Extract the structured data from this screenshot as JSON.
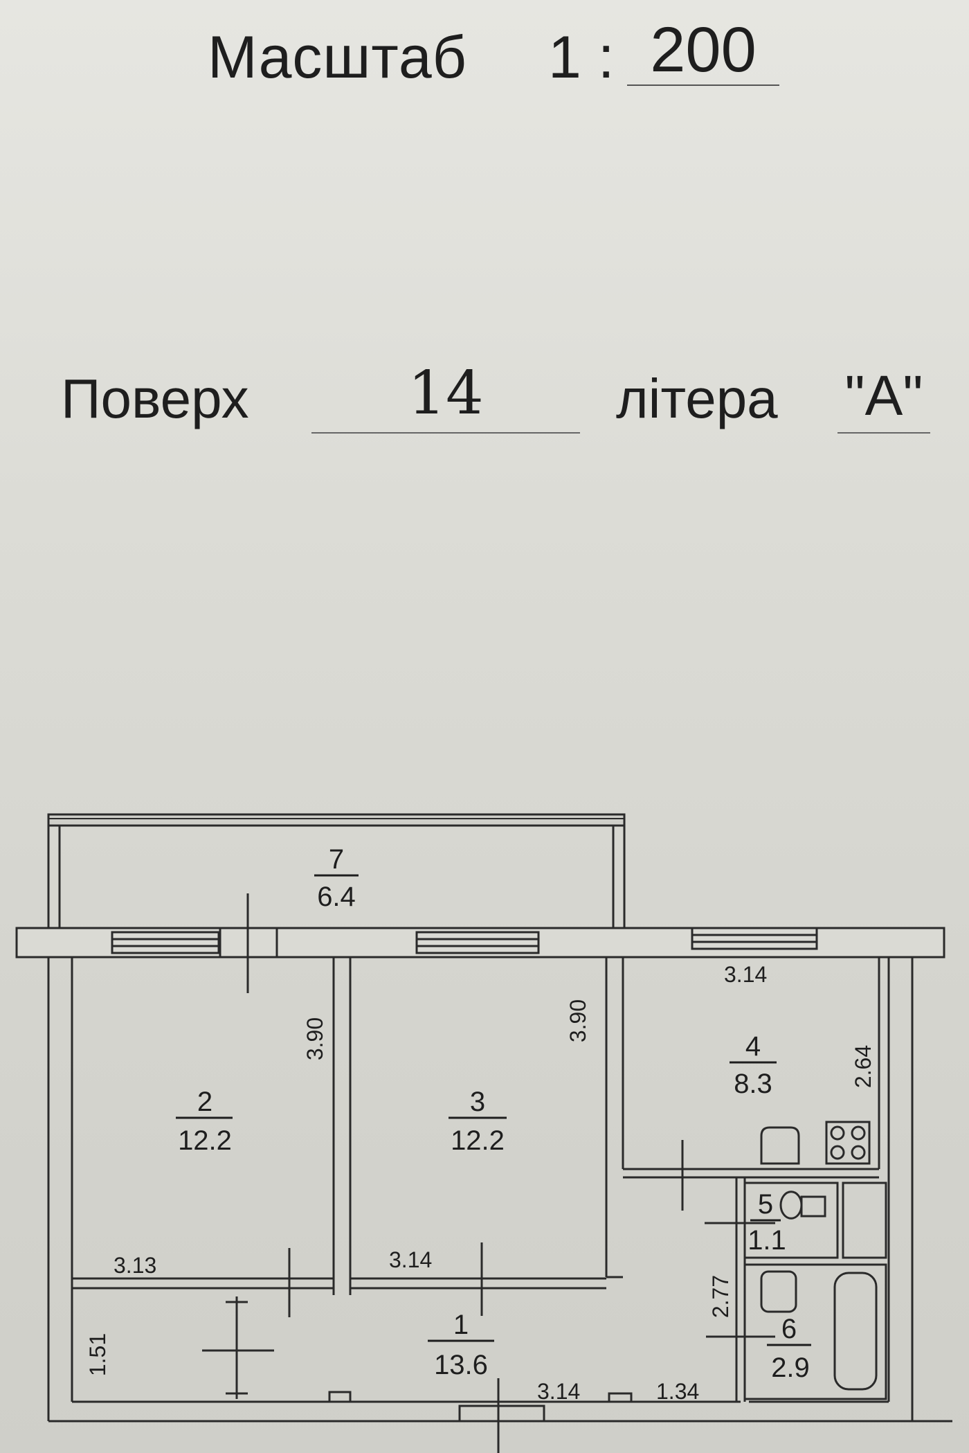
{
  "header": {
    "scale_label": "Масштаб",
    "scale_prefix": "1 :",
    "scale_value": "200",
    "floor_label": "Поверх",
    "floor_value": "14",
    "letter_label": "літера",
    "letter_value": "\"А\""
  },
  "rooms": [
    {
      "number": "1",
      "area": "13.6"
    },
    {
      "number": "2",
      "area": "12.2"
    },
    {
      "number": "3",
      "area": "12.2"
    },
    {
      "number": "4",
      "area": "8.3"
    },
    {
      "number": "5",
      "area": "1.1"
    },
    {
      "number": "6",
      "area": "2.9"
    },
    {
      "number": "7",
      "area": "6.4"
    }
  ],
  "dimensions": {
    "room2_width": "3.13",
    "room2_depth": "3.90",
    "room3_width": "3.14",
    "room3_depth": "3.90",
    "room4_width": "3.14",
    "room4_depth": "2.64",
    "hall_depth": "1.51",
    "hall_width_a": "3.14",
    "hall_width_b": "1.34",
    "bath_depth": "2.77"
  }
}
